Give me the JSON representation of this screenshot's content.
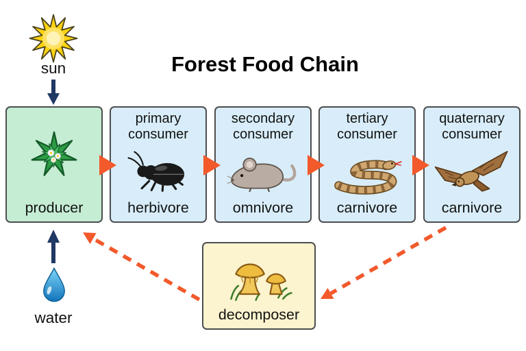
{
  "title": "Forest Food Chain",
  "energy_inputs": {
    "sun": {
      "label": "sun",
      "icon": "sun-icon"
    },
    "water": {
      "label": "water",
      "icon": "water-drop-icon"
    }
  },
  "producer": {
    "label": "producer",
    "icon": "flower-icon"
  },
  "consumers": [
    {
      "header": "primary consumer",
      "label": "herbivore",
      "icon": "beetle-icon"
    },
    {
      "header": "secondary consumer",
      "label": "omnivore",
      "icon": "mouse-icon"
    },
    {
      "header": "tertiary consumer",
      "label": "carnivore",
      "icon": "snake-icon"
    },
    {
      "header": "quaternary consumer",
      "label": "carnivore",
      "icon": "hawk-icon"
    }
  ],
  "decomposer": {
    "label": "decomposer",
    "icon": "mushroom-icon"
  },
  "flows": [
    {
      "from": "sun",
      "to": "producer",
      "style": "solid-navy"
    },
    {
      "from": "water",
      "to": "producer",
      "style": "solid-navy"
    },
    {
      "from": "producer",
      "to": "primary consumer",
      "style": "solid-orange"
    },
    {
      "from": "primary consumer",
      "to": "secondary consumer",
      "style": "solid-orange"
    },
    {
      "from": "secondary consumer",
      "to": "tertiary consumer",
      "style": "solid-orange"
    },
    {
      "from": "tertiary consumer",
      "to": "quaternary consumer",
      "style": "solid-orange"
    },
    {
      "from": "quaternary consumer",
      "to": "decomposer",
      "style": "dashed-orange"
    },
    {
      "from": "decomposer",
      "to": "producer",
      "style": "dashed-orange"
    }
  ],
  "colors": {
    "producer_bg": "#c5edd3",
    "consumer_bg": "#d8edf9",
    "decomposer_bg": "#fcf3cf",
    "box_border": "#4d4d4f",
    "flow_arrow_orange": "#f2592b",
    "energy_arrow_navy": "#203864"
  }
}
